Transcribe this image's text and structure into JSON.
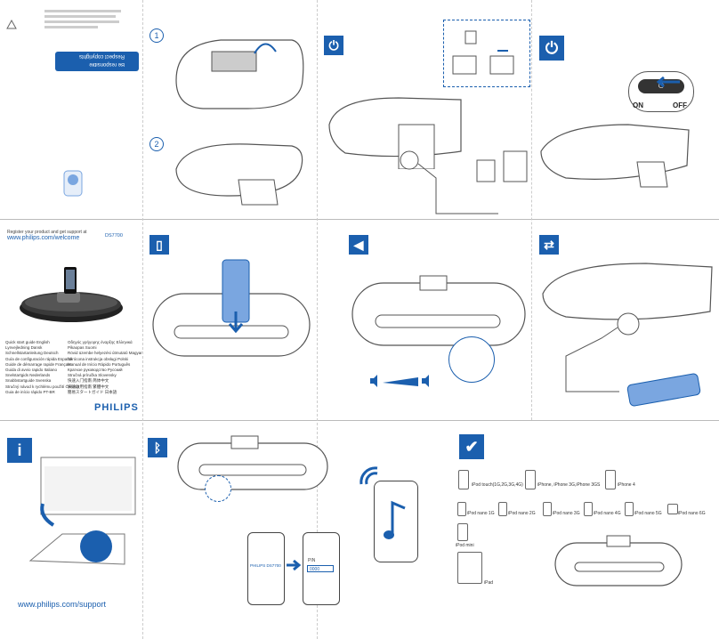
{
  "cover": {
    "register_text": "Register your product and get support at",
    "url": "www.philips.com/welcome",
    "model": "DS7700",
    "brand": "PHILIPS",
    "support_url": "www.philips.com/support",
    "lang_left": [
      "Quick start guide  English",
      "Lynvejledning  Dansk",
      "Schnellstartanleitung  Deutsch",
      "Guía de configuración rápida  Español",
      "Guide de démarrage rapide  Français",
      "Guida di avvio rapido  Italiano",
      "Snelstartgids  Nederlands",
      "Snabbstartguide  Svenska",
      "Stručný návod k rychlému použití  Čeština",
      "Guia de início rápido  PT-BR"
    ],
    "lang_right": [
      "Οδηγός γρήγορης έναρξης  Ελληνικά",
      "Pikaopas  Suomi",
      "Rövid üzembe helyezési útmutató  Magyar",
      "Skrócona instrukcja obsługi  Polski",
      "Manual de Início Rápido  Português",
      "Краткое руководство  Русский",
      "Stručná príručka  Slovensky",
      "快速入门指南  简体中文",
      "快速啟用指南  繁體中文",
      "簡易スタートガイド  日本語"
    ]
  },
  "panel1": {
    "step1": "1",
    "step2": "2",
    "copyright_line1": "Be responsible",
    "copyright_line2": "Respect copyrights"
  },
  "panel3": {
    "on_label": "ON",
    "off_label": "OFF"
  },
  "panel_bluetooth": {
    "device_name": "PHILIPS DS7700",
    "pin_label": "PIN",
    "pin_value": "0000"
  },
  "compat": {
    "items": [
      "iPod touch(1G,2G,3G,4G)",
      "iPhone, iPhone 3G,iPhone 3GS",
      "iPhone 4",
      "iPod nano 1G",
      "iPod nano 2G",
      "iPod nano 3G",
      "iPod nano 4G",
      "iPod nano 5G",
      "iPod nano 6G",
      "iPod mini",
      "iPad"
    ]
  },
  "colors": {
    "accent": "#1b5fae",
    "light_blue": "#7aa6e0"
  }
}
